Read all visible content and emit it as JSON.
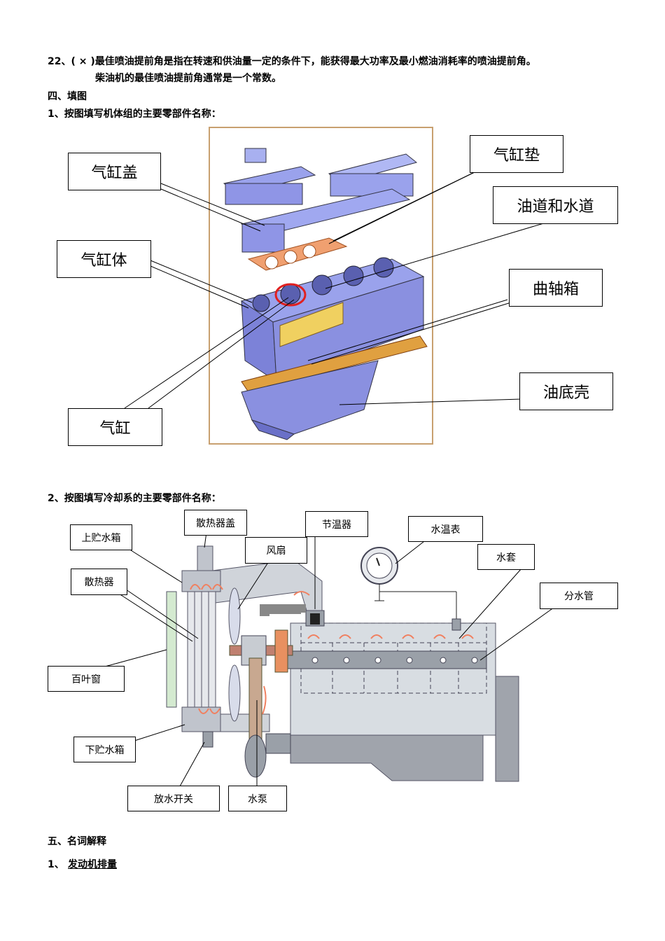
{
  "q22": {
    "line1": "22、( × )最佳喷油提前角是指在转速和供油量一定的条件下，能获得最大功率及最小燃油消耗率的喷油提前角。",
    "line2": "柴油机的最佳喷油提前角通常是一个常数。"
  },
  "section4": {
    "title": "四、填图",
    "q1": "1、按图填写机体组的主要零部件名称：",
    "q2": "2、按图填写冷却系的主要零部件名称："
  },
  "figure1_labels": {
    "cylinder_head": "气缸盖",
    "cylinder_gasket": "气缸垫",
    "oil_water_passage": "油道和水道",
    "cylinder_block": "气缸体",
    "crankcase": "曲轴箱",
    "oil_pan": "油底壳",
    "cylinder": "气缸"
  },
  "figure2_labels": {
    "upper_tank": "上贮水箱",
    "radiator_cap": "散热器盖",
    "thermostat": "节温器",
    "water_temp_gauge": "水温表",
    "fan": "风扇",
    "radiator": "散热器",
    "water_jacket": "水套",
    "distribution_pipe": "分水管",
    "shutter": "百叶窗",
    "lower_tank": "下贮水箱",
    "drain_switch": "放水开关",
    "water_pump": "水泵"
  },
  "section5": {
    "title": "五、名词解释",
    "q1_num": "1、",
    "q1_term": "发动机排量"
  },
  "colors": {
    "engine_blue": "#8f95e6",
    "gasket_orange": "#f0a070",
    "coolant_arrow": "#f08060",
    "engine_gray": "#d8dde2"
  }
}
